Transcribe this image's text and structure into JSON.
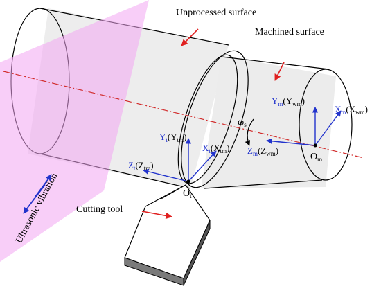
{
  "colors": {
    "accent_blue": "#2233cc",
    "pink_plane": "#f2a6f2",
    "red_arrow": "#e02020",
    "centerline": "#d12b2b",
    "tool_dark": "#6f6f6f"
  },
  "labels": {
    "unprocessed": "Unprocessed surface",
    "machined": "Machined surface",
    "cutting_tool": "Cutting tool",
    "ultrasonic": "Ultrasonic vibration",
    "omega": "ω",
    "omega_sub": "s"
  },
  "axes": {
    "m": {
      "y": {
        "base": "Y",
        "sub": "m",
        "paren": "(Y",
        "paren_sub": "wm",
        "close": ")"
      },
      "x": {
        "base": "X",
        "sub": "m",
        "paren": "(X",
        "paren_sub": "wm",
        "close": ")"
      },
      "z": {
        "base": "Z",
        "sub": "m",
        "paren": "(Z",
        "paren_sub": "wm",
        "close": ")"
      },
      "origin": {
        "base": "O",
        "sub": "m"
      }
    },
    "t": {
      "y": {
        "base": "Y",
        "sub": "t",
        "paren": "(Y",
        "paren_sub": "tm",
        "close": ")"
      },
      "x": {
        "base": "X",
        "sub": "t",
        "paren": "(X",
        "paren_sub": "tm",
        "close": ")"
      },
      "z": {
        "base": "Z",
        "sub": "t",
        "paren": "(Z",
        "paren_sub": "tm",
        "close": ")"
      },
      "origin": {
        "base": "O",
        "sub": "t"
      }
    }
  }
}
